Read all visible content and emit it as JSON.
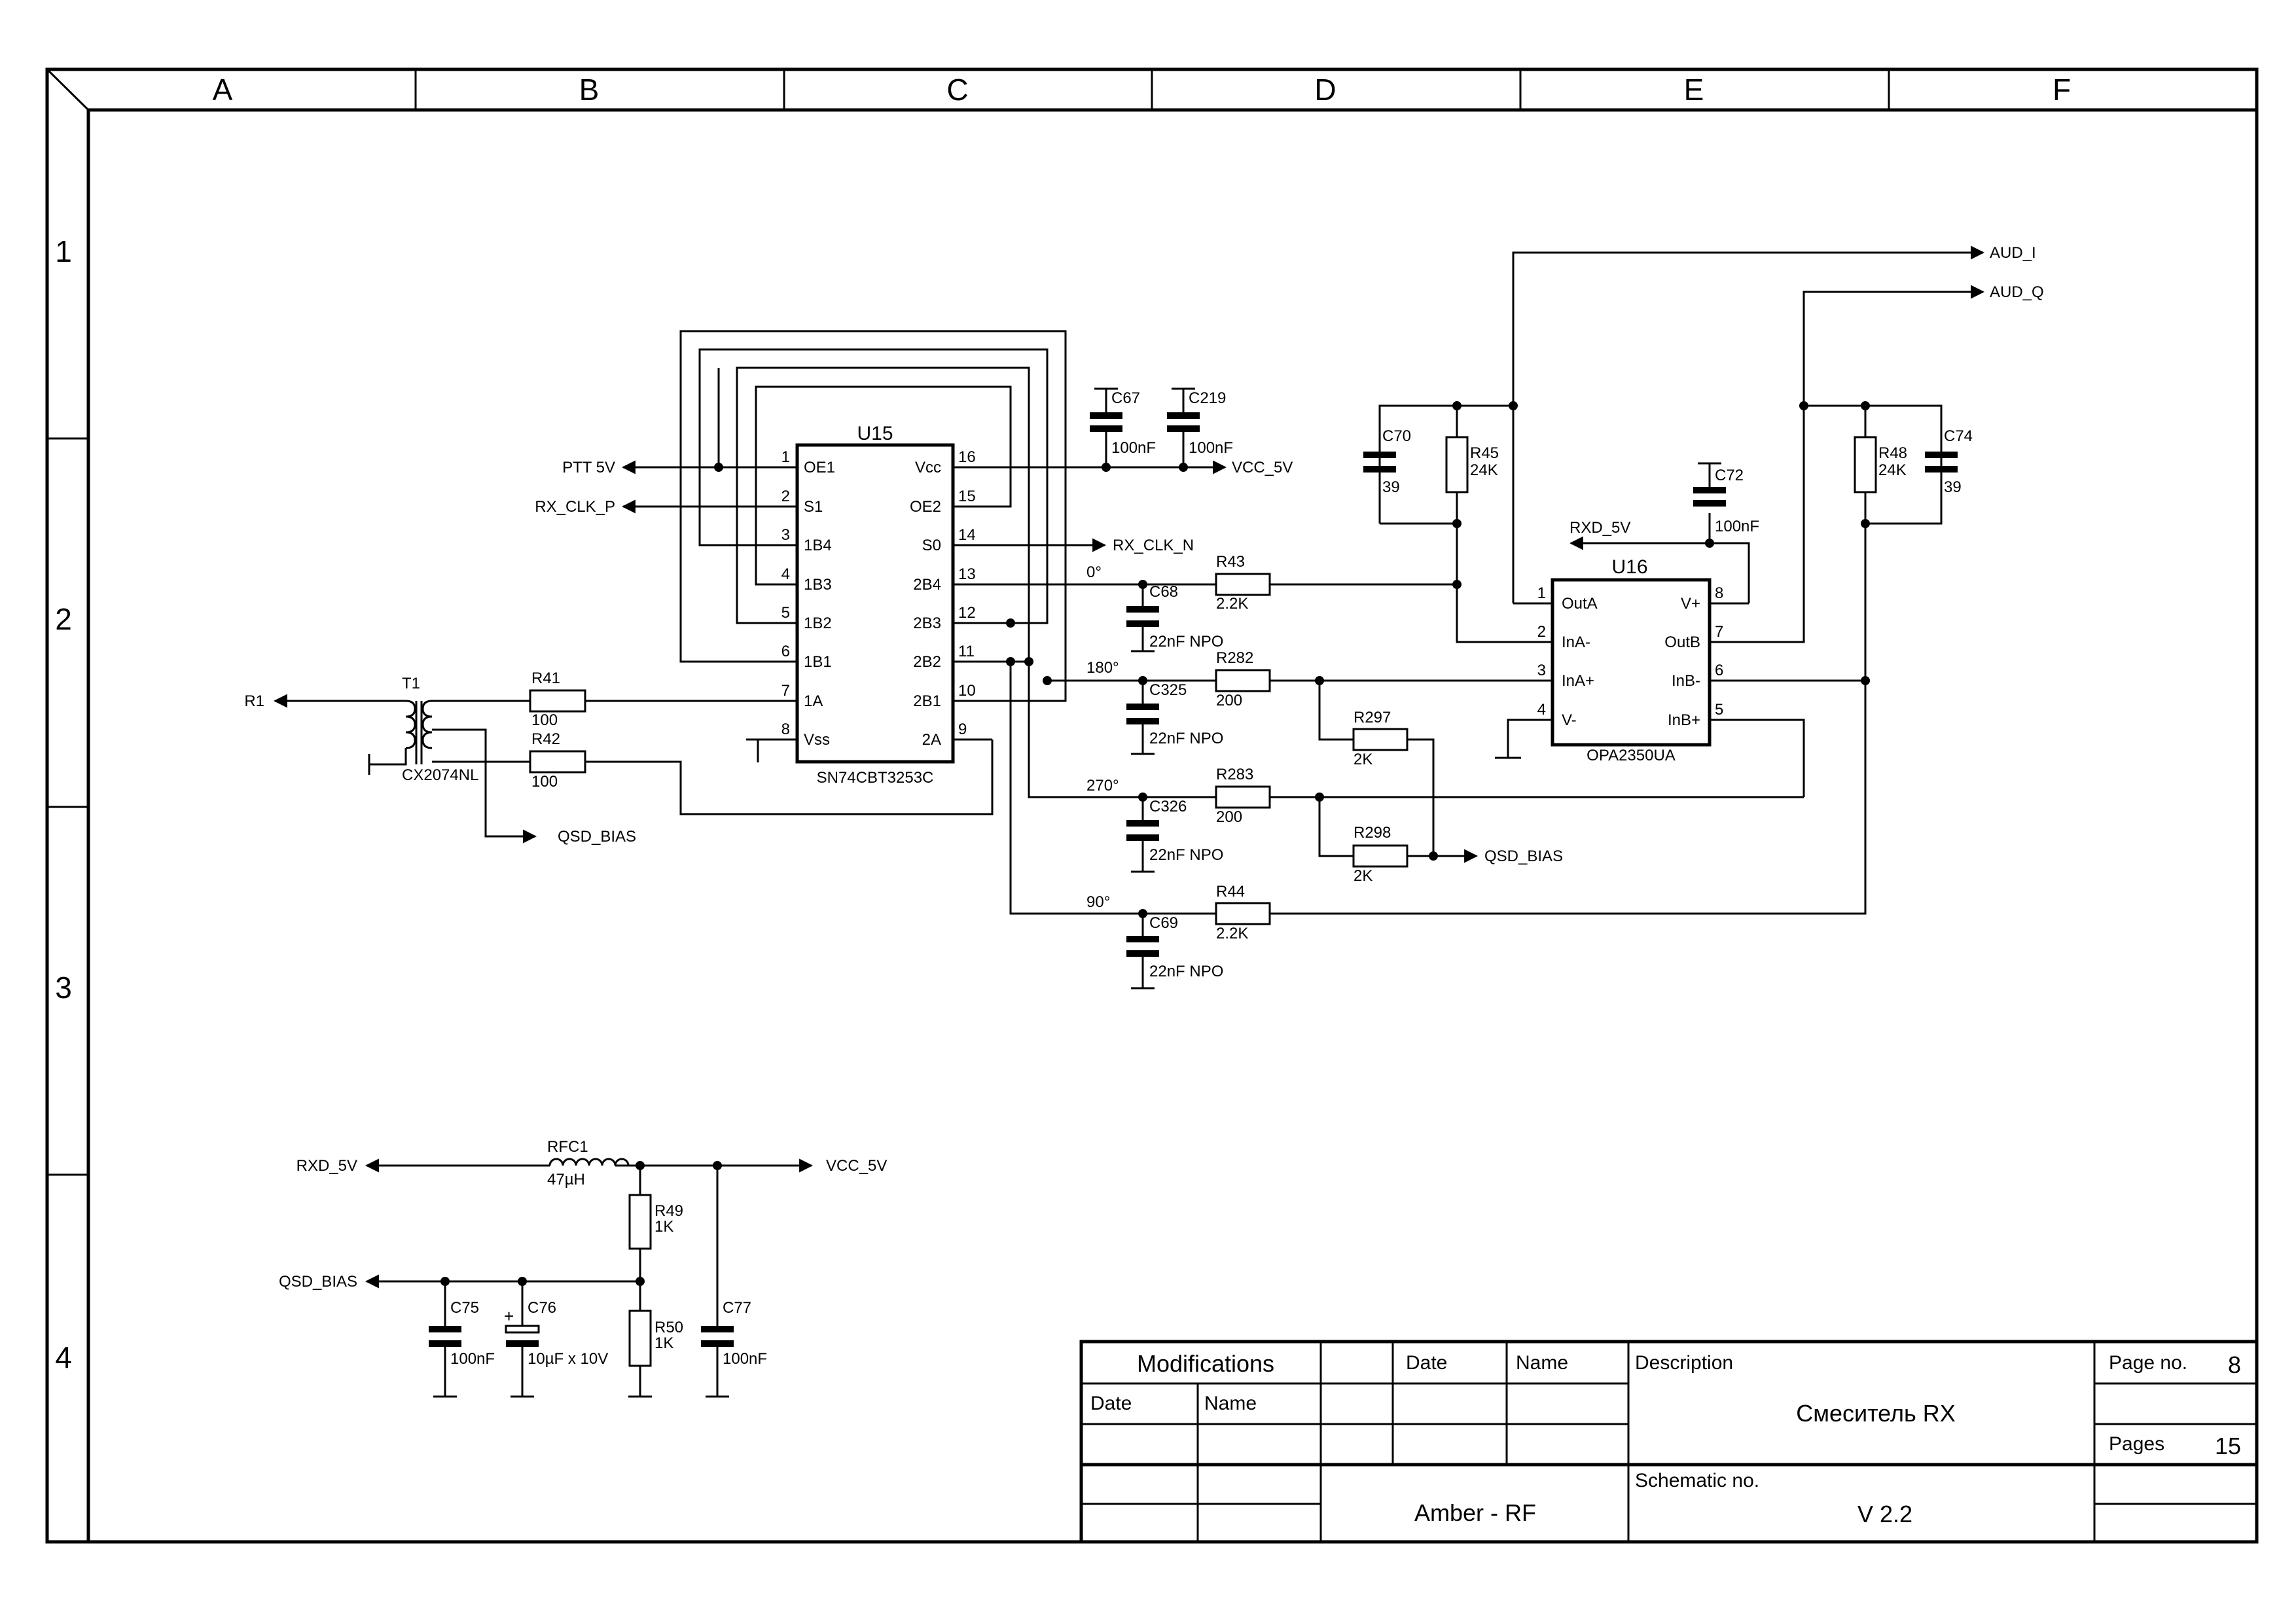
{
  "frame": {
    "columns": [
      "A",
      "B",
      "C",
      "D",
      "E",
      "F"
    ],
    "rows": [
      "1",
      "2",
      "3",
      "4"
    ]
  },
  "u15": {
    "ref": "U15",
    "part": "SN74CBT3253C",
    "left_pins": [
      {
        "num": "1",
        "name": "OE1"
      },
      {
        "num": "2",
        "name": "S1"
      },
      {
        "num": "3",
        "name": "1B4"
      },
      {
        "num": "4",
        "name": "1B3"
      },
      {
        "num": "5",
        "name": "1B2"
      },
      {
        "num": "6",
        "name": "1B1"
      },
      {
        "num": "7",
        "name": "1A"
      },
      {
        "num": "8",
        "name": "Vss"
      }
    ],
    "right_pins": [
      {
        "num": "16",
        "name": "Vcc"
      },
      {
        "num": "15",
        "name": "OE2"
      },
      {
        "num": "14",
        "name": "S0"
      },
      {
        "num": "13",
        "name": "2B4"
      },
      {
        "num": "12",
        "name": "2B3"
      },
      {
        "num": "11",
        "name": "2B2"
      },
      {
        "num": "10",
        "name": "2B1"
      },
      {
        "num": "9",
        "name": "2A"
      }
    ]
  },
  "u16": {
    "ref": "U16",
    "part": "OPA2350UA",
    "left_pins": [
      {
        "num": "1",
        "name": "OutA"
      },
      {
        "num": "2",
        "name": "InA-"
      },
      {
        "num": "3",
        "name": "InA+"
      },
      {
        "num": "4",
        "name": "V-"
      }
    ],
    "right_pins": [
      {
        "num": "8",
        "name": "V+"
      },
      {
        "num": "7",
        "name": "OutB"
      },
      {
        "num": "6",
        "name": "InB-"
      },
      {
        "num": "5",
        "name": "InB+"
      }
    ]
  },
  "nets": {
    "ptt_5v": "PTT 5V",
    "rx_clk_p": "RX_CLK_P",
    "rx_clk_n": "RX_CLK_N",
    "vcc_5v": "VCC_5V",
    "r1": "R1",
    "qsd_bias": "QSD_BIAS",
    "rxd_5v": "RXD_5V",
    "aud_i": "AUD_I",
    "aud_q": "AUD_Q"
  },
  "phases": {
    "p0": "0°",
    "p180": "180°",
    "p270": "270°",
    "p90": "90°"
  },
  "parts": {
    "c67": {
      "ref": "C67",
      "val": "100nF"
    },
    "c219": {
      "ref": "C219",
      "val": "100nF"
    },
    "c70": {
      "ref": "C70",
      "val": "39"
    },
    "r45": {
      "ref": "R45",
      "val": "24K"
    },
    "c72": {
      "ref": "C72",
      "val": "100nF"
    },
    "r48": {
      "ref": "R48",
      "val": "24K"
    },
    "c74": {
      "ref": "C74",
      "val": "39"
    },
    "r43": {
      "ref": "R43",
      "val": "2.2K"
    },
    "c68": {
      "ref": "C68",
      "val": "22nF NPO"
    },
    "r282": {
      "ref": "R282",
      "val": "200"
    },
    "c325": {
      "ref": "C325",
      "val": "22nF NPO"
    },
    "r297": {
      "ref": "R297",
      "val": "2K"
    },
    "r283": {
      "ref": "R283",
      "val": "200"
    },
    "c326": {
      "ref": "C326",
      "val": "22nF NPO"
    },
    "r298": {
      "ref": "R298",
      "val": "2K"
    },
    "r44": {
      "ref": "R44",
      "val": "2.2K"
    },
    "c69": {
      "ref": "C69",
      "val": "22nF NPO"
    },
    "t1": {
      "ref": "T1",
      "val": "CX2074NL"
    },
    "r41": {
      "ref": "R41",
      "val": "100"
    },
    "r42": {
      "ref": "R42",
      "val": "100"
    },
    "rfc1": {
      "ref": "RFC1",
      "val": "47µH"
    },
    "r49": {
      "ref": "R49",
      "val": "1K"
    },
    "r50": {
      "ref": "R50",
      "val": "1K"
    },
    "c75": {
      "ref": "C75",
      "val": "100nF"
    },
    "c76": {
      "ref": "C76",
      "val": "10µF x 10V"
    },
    "c77": {
      "ref": "C77",
      "val": "100nF"
    }
  },
  "title_block": {
    "modifications": "Modifications",
    "date": "Date",
    "name": "Name",
    "description_label": "Description",
    "description": "Смеситель RX",
    "project": "Amber - RF",
    "schematic_label": "Schematic no.",
    "schematic": "V 2.2",
    "page_label": "Page no.",
    "page": "8",
    "pages_label": "Pages",
    "pages": "15"
  }
}
